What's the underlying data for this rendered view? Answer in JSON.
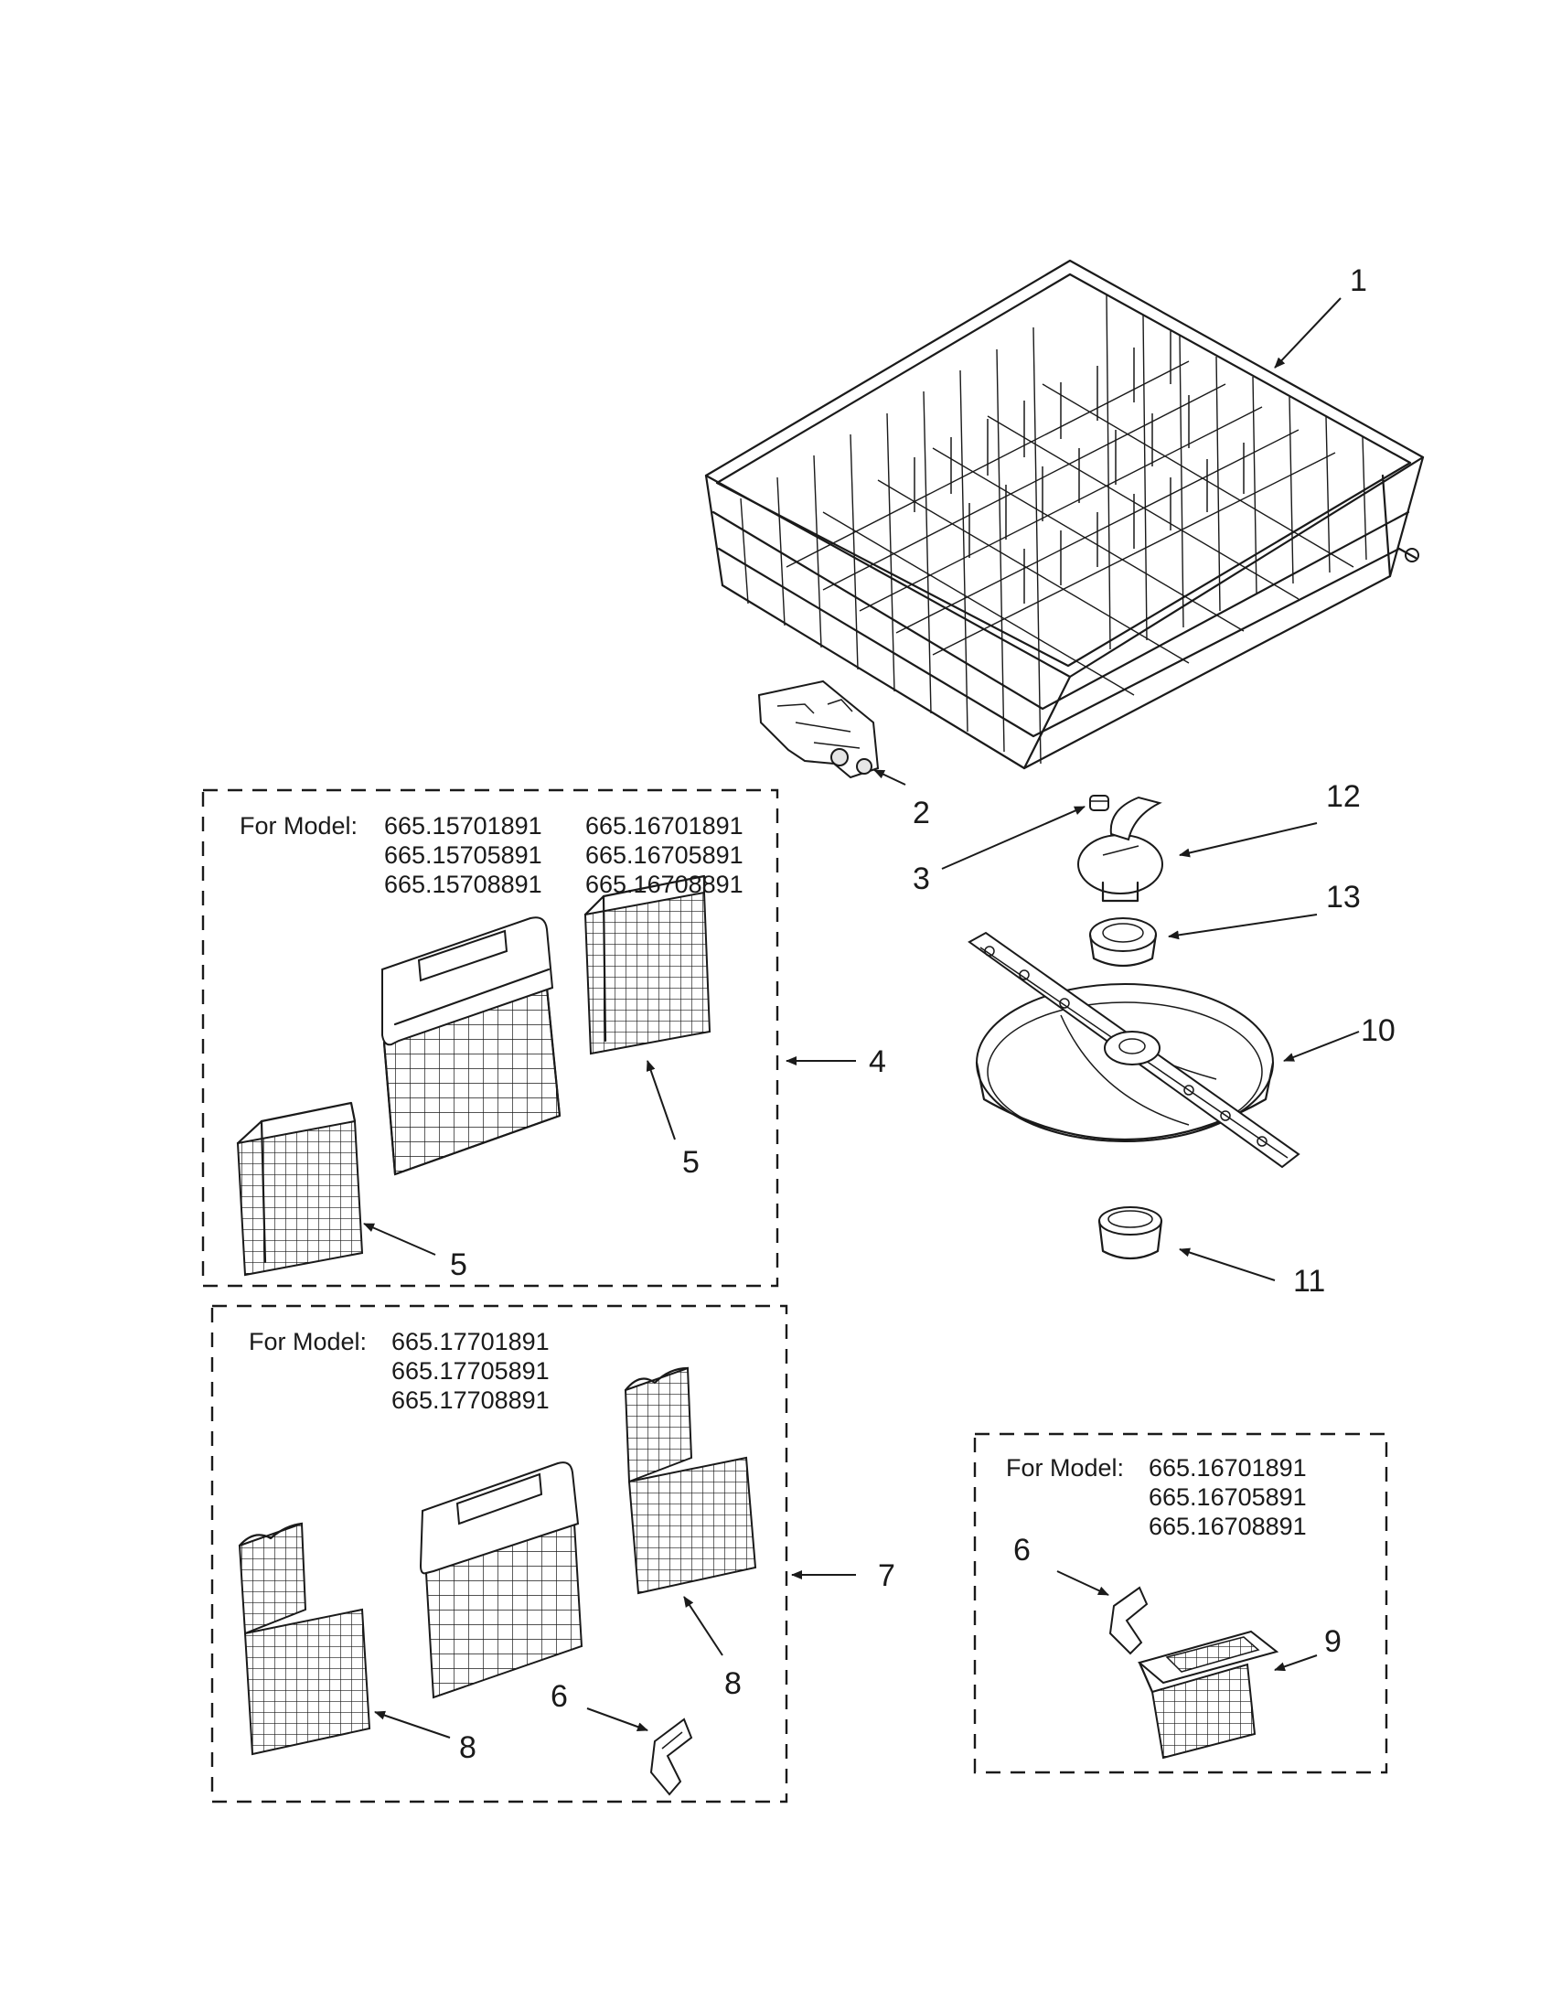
{
  "callouts": {
    "c1": "1",
    "c2": "2",
    "c3": "3",
    "c4": "4",
    "c5a": "5",
    "c5b": "5",
    "c6a": "6",
    "c6b": "6",
    "c7": "7",
    "c8a": "8",
    "c8b": "8",
    "c9": "9",
    "c10": "10",
    "c11": "11",
    "c12": "12",
    "c13": "13"
  },
  "model_groups": {
    "group_a": {
      "label": "For Model:",
      "col1": [
        "665.15701891",
        "665.15705891",
        "665.15708891"
      ],
      "col2": [
        "665.16701891",
        "665.16705891",
        "665.16708891"
      ]
    },
    "group_b": {
      "label": "For Model:",
      "models": [
        "665.17701891",
        "665.17705891",
        "665.17708891"
      ]
    },
    "group_c": {
      "label": "For Model:",
      "models": [
        "665.16701891",
        "665.16705891",
        "665.16708891"
      ]
    }
  }
}
